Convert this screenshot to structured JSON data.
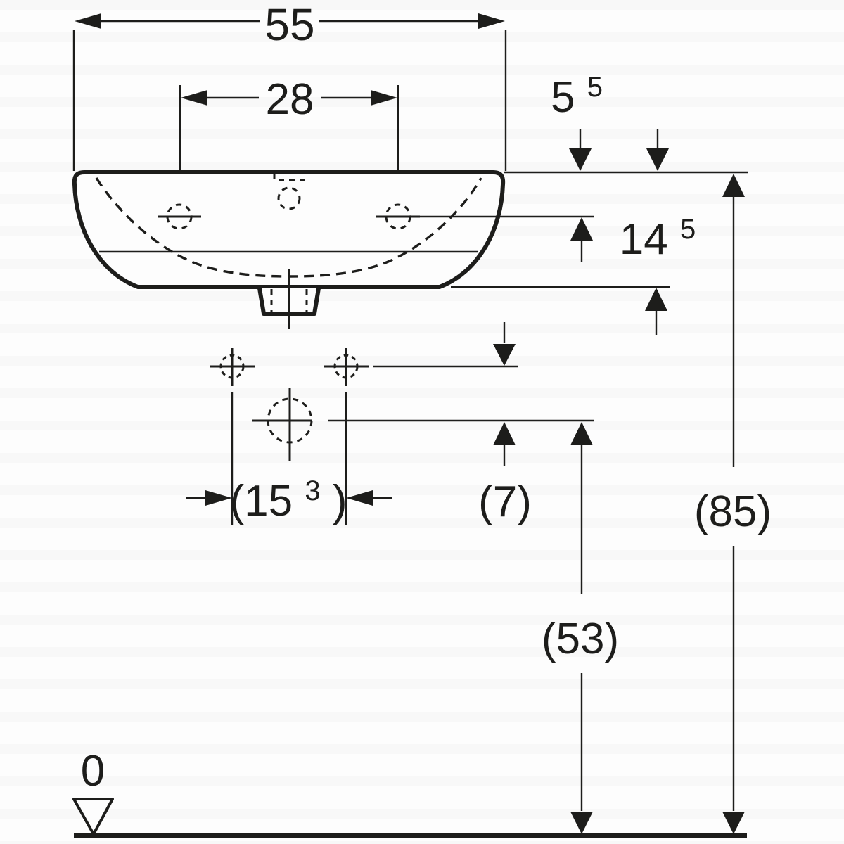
{
  "colors": {
    "ink": "#1d1d1b",
    "paper": "#fdfdfd"
  },
  "dimensions": {
    "overall_width": "55",
    "tap_hole_spacing": "28",
    "rim_to_fixing_holes": {
      "main": "5",
      "sup": "5"
    },
    "basin_front_height": {
      "main": "14",
      "sup": "5"
    },
    "fixing_to_outlet_offset": {
      "open": "(15",
      "sup": "3",
      "close": ")"
    },
    "fixing_to_trap": "(7)",
    "trap_height_above_floor": "(53)",
    "rim_height_above_floor": "(85)",
    "floor_datum": "0"
  }
}
